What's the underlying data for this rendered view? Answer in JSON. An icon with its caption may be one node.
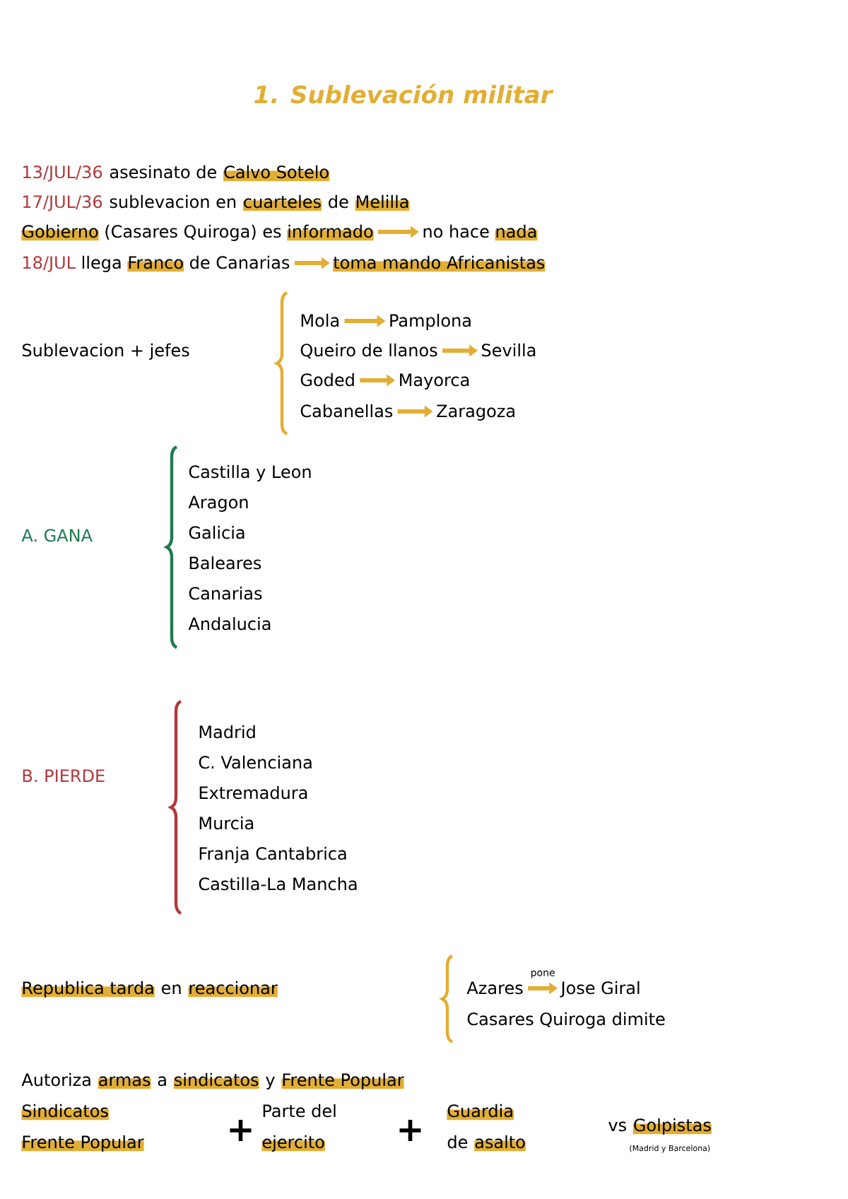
{
  "diagram": {
    "title": "1. Sublevación militar",
    "nodes": [
      {
        "text": [
          "Gobierno",
          "(Casares Quiroga) es",
          "informado"
        ]
      },
      {
        "text": [
          "no hace",
          "nada"
        ]
      },
      {
        "text": [
          "18/JUL",
          "llega",
          "Franco",
          "de Canarias"
        ]
      },
      {
        "text": [
          "toma mando Africanistas"
        ]
      },
      {
        "text": [
          "Mola"
        ]
      },
      {
        "text": [
          "Pamplona"
        ]
      },
      {
        "text": [
          "Queiro de llanos"
        ]
      },
      {
        "text": [
          "Sevilla"
        ]
      },
      {
        "text": [
          "Goded"
        ]
      },
      {
        "text": [
          "Mayorca"
        ]
      },
      {
        "text": [
          "Cabanellas"
        ]
      },
      {
        "text": [
          "Zaragoza"
        ]
      },
      {
        "text": [
          "Azares"
        ]
      },
      {
        "text": [
          "Jose Giral"
        ]
      }
    ],
    "edges": [
      {
        "from": 0,
        "to": 1,
        "arrow": "to"
      },
      {
        "from": 2,
        "to": 3,
        "arrow": "to"
      },
      {
        "from": 4,
        "to": 5,
        "arrow": "to"
      },
      {
        "from": 6,
        "to": 7,
        "arrow": "to"
      },
      {
        "from": 8,
        "to": 9,
        "arrow": "to"
      },
      {
        "from": 10,
        "to": 11,
        "arrow": "to"
      },
      {
        "from": 12,
        "to": 13,
        "arrow": "to",
        "label": "pone"
      }
    ],
    "labels": [
      "13/JUL/36",
      "asesinato de",
      "Calvo Sotelo",
      "17/JUL/36",
      "sublevacion en",
      "cuarteles",
      "de",
      "Melilla",
      "Sublevacion + jefes",
      "A. GANA",
      "Castilla y Leon",
      "Aragon",
      "Galicia",
      "Baleares",
      "Canarias",
      "Andalucia",
      "B. PIERDE",
      "Madrid",
      "C. Valenciana",
      "Extremadura",
      "Murcia",
      "Franja Cantabrica",
      "Castilla-La Mancha",
      "Republica tarda",
      "en",
      "reaccionar",
      "Casares Quiroga dimite",
      "Autoriza",
      "armas",
      "a",
      "sindicatos",
      "y",
      "Frente Popular",
      "Sindicatos",
      "Frente Popular",
      "+",
      "Parte del",
      "ejercito",
      "+",
      "Guardia",
      "de",
      "asalto",
      "vs",
      "Golpistas",
      "(Madrid y Barcelona)"
    ]
  }
}
